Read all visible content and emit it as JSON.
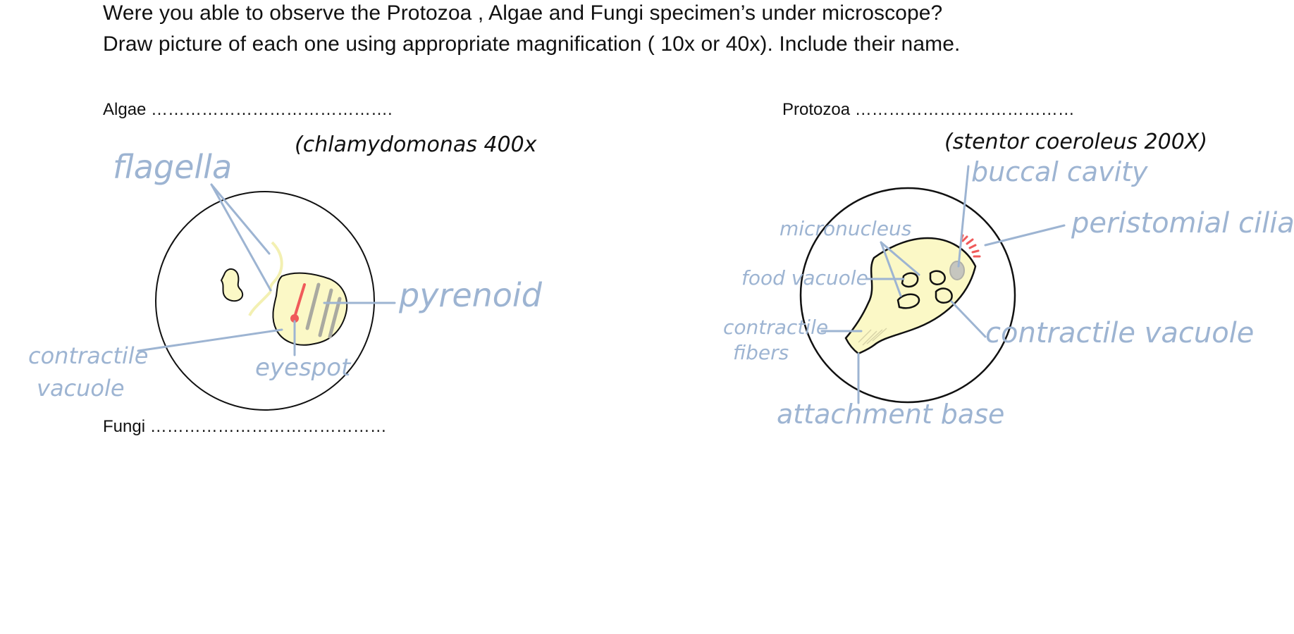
{
  "question": {
    "line1": "Were you able to observe the Protozoa , Algae and Fungi  specimen’s under microscope?",
    "line2": "Draw picture of each one using appropriate magnification ( 10x or 40x). Include their name."
  },
  "sections": {
    "algae": {
      "label": "Algae …………………………………….",
      "specimen_note": "(chlamydomonas 400x",
      "labels": {
        "flagella": "flagella",
        "pyrenoid": "pyrenoid",
        "contractile_vacuole_1": "contractile",
        "contractile_vacuole_2": "vacuole",
        "eyespot": "eyespot"
      }
    },
    "protozoa": {
      "label": "Protozoa …………………………………",
      "specimen_note": "(stentor coeroleus 200X)",
      "labels": {
        "buccal_cavity": "buccal cavity",
        "micronucleus": "micronucleus",
        "peristomial_cilia": "peristomial cilia",
        "food_vacuole": "food vacuole",
        "contractile_fibers_1": "contractile",
        "contractile_fibers_2": "fibers",
        "contractile_vacuole": "contractile vacuole",
        "attachment_base": "attachment base"
      }
    },
    "fungi": {
      "label": "Fungi ……………………………………"
    }
  },
  "colors": {
    "annotation_blue": "#9db4d2",
    "cell_fill": "#fbf8c6",
    "eyespot_red": "#f05a5a"
  }
}
